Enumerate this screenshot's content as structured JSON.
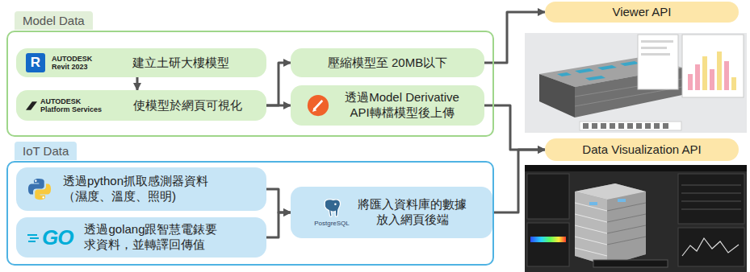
{
  "diagram": {
    "nodes": [
      {
        "text": [
          "Model Data"
        ]
      },
      {
        "text": [
          "AUTODESK Revit 2023",
          "建立土研大樓模型"
        ],
        "in": 0
      },
      {
        "text": [
          "AUTODESK Platform Services",
          "使模型於網頁可視化"
        ],
        "in": 0
      },
      {
        "text": [
          "壓縮模型至 20MB以下"
        ],
        "in": 0
      },
      {
        "text": [
          "透過Model Derivative API轉檔模型後上傳"
        ],
        "in": 0
      },
      {
        "text": [
          "IoT Data"
        ]
      },
      {
        "text": [
          "透過python抓取感測器資料 （濕度、溫度、照明)"
        ],
        "in": 5
      },
      {
        "text": [
          "透過golang跟智慧電錶要 求資料，並轉譯回傳值"
        ],
        "in": 5
      },
      {
        "text": [
          "PostgreSQL",
          "將匯入資料庫的數據 放入網頁後端"
        ],
        "in": 5
      },
      {
        "text": [
          "Viewer API"
        ]
      },
      {
        "text": [
          "Data Visualization API"
        ]
      }
    ],
    "edges": [
      {
        "from": 1,
        "to": 2,
        "arrow": "to"
      },
      {
        "from": 2,
        "to": 3,
        "arrow": "to"
      },
      {
        "from": 2,
        "to": 4,
        "arrow": "to"
      },
      {
        "from": 3,
        "to": 9,
        "arrow": "to"
      },
      {
        "from": 4,
        "to": 10,
        "arrow": "to"
      },
      {
        "from": 6,
        "to": 8,
        "arrow": "to"
      },
      {
        "from": 7,
        "to": 8,
        "arrow": "to"
      },
      {
        "from": 8,
        "to": 10,
        "arrow": "to"
      }
    ],
    "labels": [
      "R",
      "GO"
    ]
  }
}
